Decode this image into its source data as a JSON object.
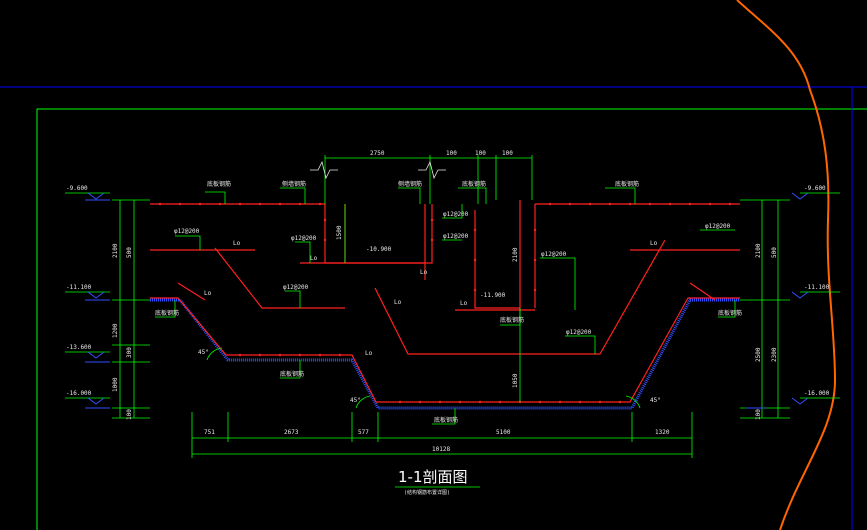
{
  "colors": {
    "background": "#000000",
    "frame": "#00ff00",
    "grid_line": "#0000ff",
    "rebar": "#ff2020",
    "dimension": "#00ff00",
    "curve": "#ff6600",
    "concrete_hatch": "#3050ff",
    "text": "#e8e8e8"
  },
  "drawing": {
    "title": "1-1剖面图",
    "subtitle": "(结构钢筋布置详图)",
    "elevations": {
      "left": [
        "-9.600",
        "-11.100",
        "-13.600",
        "-16.000"
      ],
      "right": [
        "-9.600",
        "-11.100",
        "-16.000"
      ],
      "mid": [
        "-10.900",
        "-11.900"
      ]
    },
    "top_dims": [
      "2750",
      "100",
      "100",
      "100"
    ],
    "bottom_dims": [
      "751",
      "2673",
      "577",
      "5100",
      "1320"
    ],
    "bottom_total": "10128",
    "left_vdims": [
      "2100",
      "500",
      "1200",
      "300",
      "1000",
      "100"
    ],
    "right_vdims": [
      "2100",
      "500",
      "2500",
      "2300",
      "100"
    ],
    "center_vdims": [
      "1500",
      "2100",
      "1050"
    ],
    "rebar_labels": [
      "φ12@200",
      "φ12@200",
      "φ12@200",
      "φ12@200",
      "φ12@200",
      "φ12@200",
      "φ12@200",
      "φ12@200"
    ],
    "lap_label": "Lo",
    "angle_label": "45°",
    "note_label": "底板钢筋",
    "note_label_2": "侧墙钢筋"
  }
}
